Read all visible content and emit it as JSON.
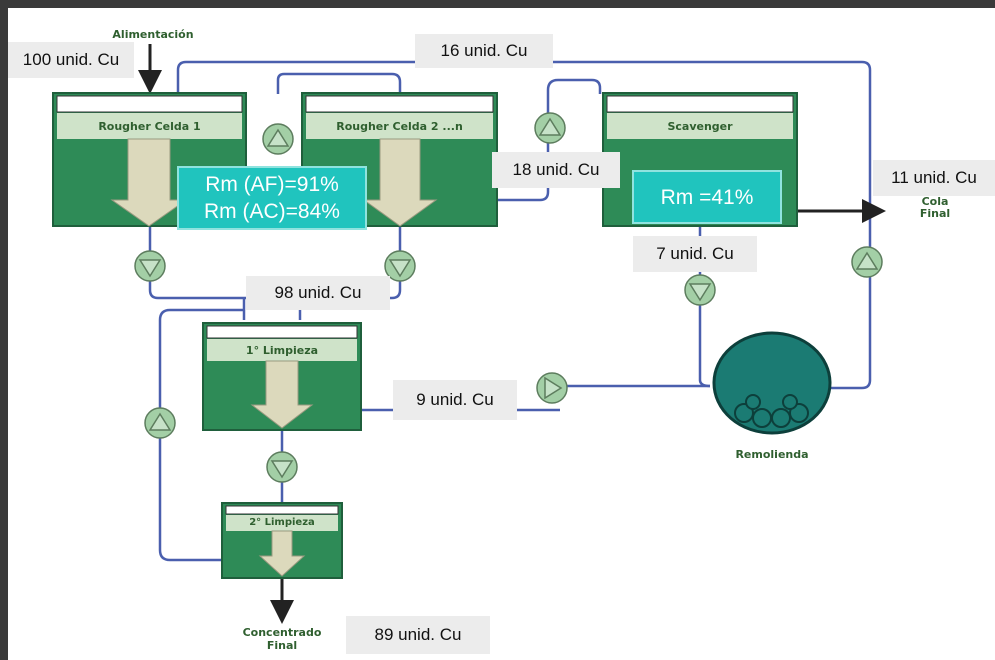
{
  "labels": {
    "feed_title": "Alimentación",
    "feed_amount": "100 unid. Cu",
    "recycle_top": "16 unid. Cu",
    "scav_feed": "18 unid. Cu",
    "tail_amount": "11 unid. Cu",
    "tail_title_1": "Cola",
    "tail_title_2": "Final",
    "scav_conc": "7 unid. Cu",
    "rougher_conc": "98 unid. Cu",
    "cleaner_tail": "9 unid. Cu",
    "final_amount": "89 unid. Cu",
    "final_title_1": "Concentrado",
    "final_title_2": "Final",
    "regrind": "Remolienda"
  },
  "cells": {
    "rougher1": "Rougher Celda 1",
    "rougher2": "Rougher Celda 2 ...n",
    "scavenger": "Scavenger",
    "cleaner1": "1° Limpieza",
    "cleaner2": "2° Limpieza"
  },
  "recoveries": {
    "rougher_af": "Rm (AF)=91%",
    "rougher_ac": "Rm (AC)=84%",
    "scavenger": "Rm =41%"
  },
  "colors": {
    "pipe": "#4a5fae",
    "cell_dark": "#2e8b57",
    "cell_light": "#cfe3c9",
    "arrow": "#dcd9bc",
    "teal": "#20c4be",
    "pump": "#a3cfa6"
  }
}
